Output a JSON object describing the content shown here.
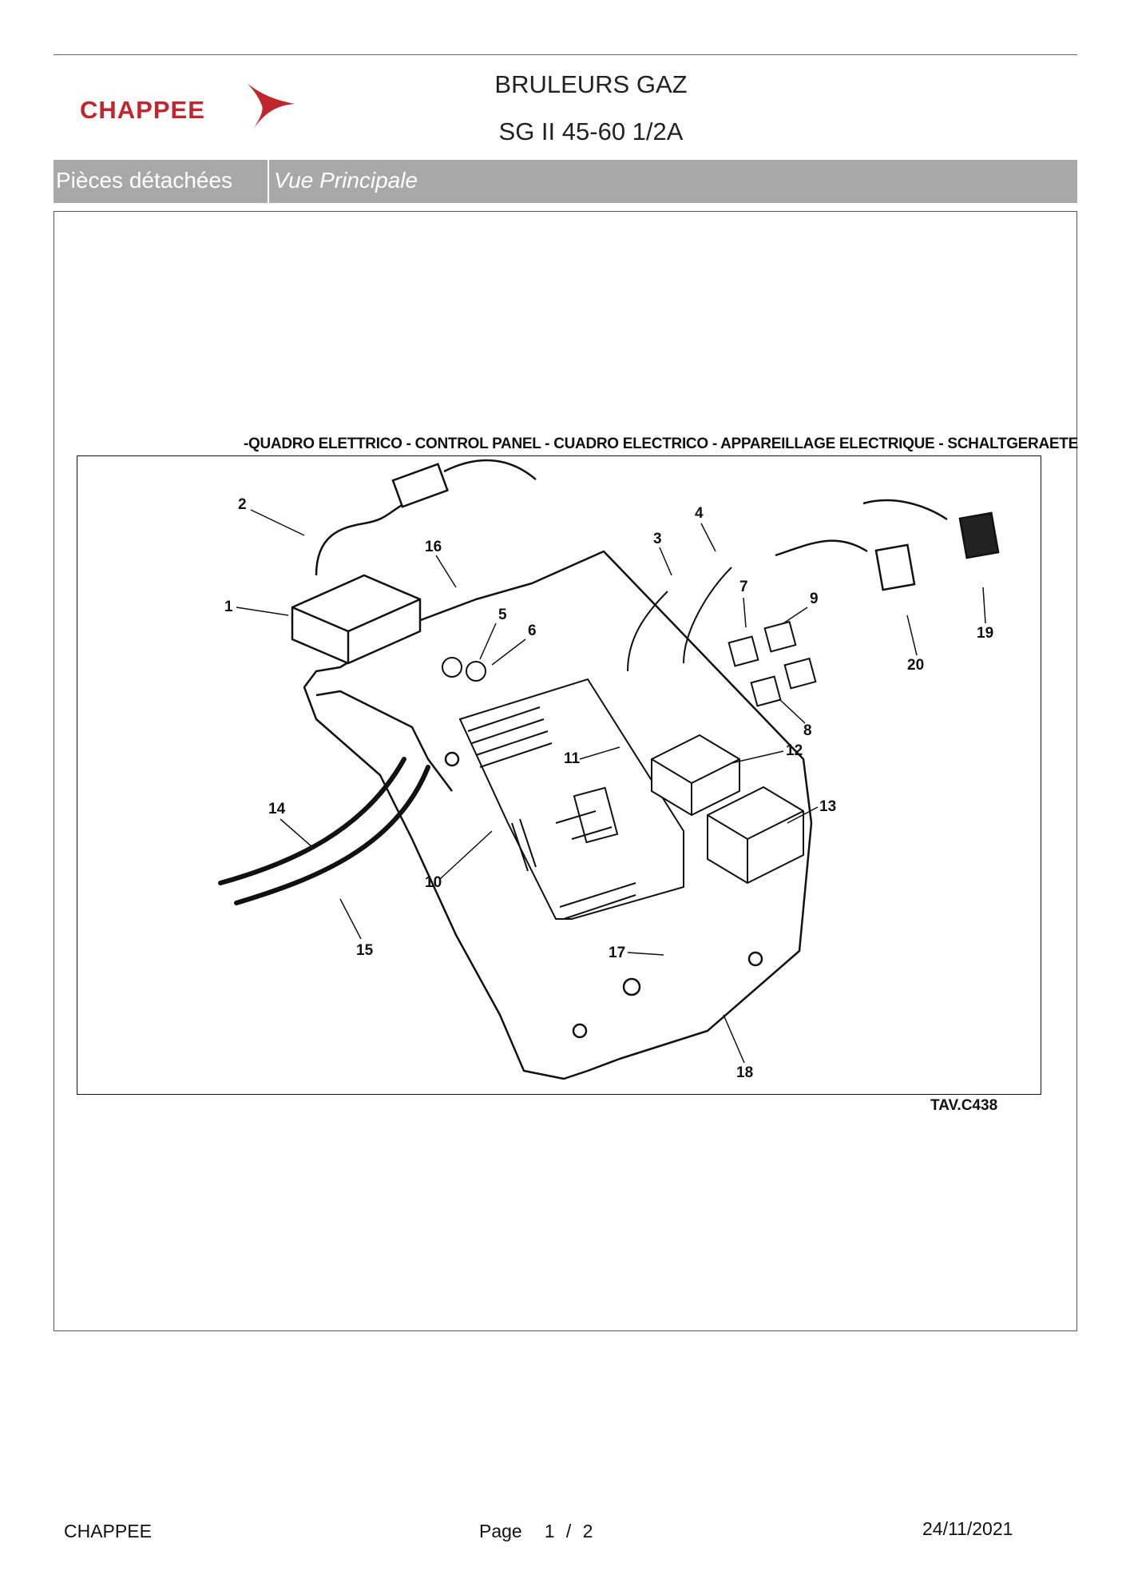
{
  "header": {
    "brand": "CHAPPEE",
    "title_line1": "BRULEURS GAZ",
    "title_line2": "SG II 45-60 1/2A",
    "brand_color": "#c0272d"
  },
  "section_bar": {
    "left_label": "Pièces détachées",
    "right_label": "Vue Principale",
    "bg_color": "#a8a8a8"
  },
  "diagram": {
    "title": "-QUADRO ELETTRICO - CONTROL PANEL - CUADRO ELECTRICO - APPAREILLAGE ELECTRIQUE - SCHALTGERAETE",
    "reference": "TAV.C438",
    "callouts": [
      "1",
      "2",
      "3",
      "4",
      "5",
      "6",
      "7",
      "8",
      "9",
      "10",
      "11",
      "12",
      "13",
      "14",
      "15",
      "16",
      "17",
      "18",
      "19",
      "20"
    ]
  },
  "footer": {
    "company": "CHAPPEE",
    "page_label": "Page",
    "page_number": "1 / 2",
    "date": "24/11/2021"
  }
}
